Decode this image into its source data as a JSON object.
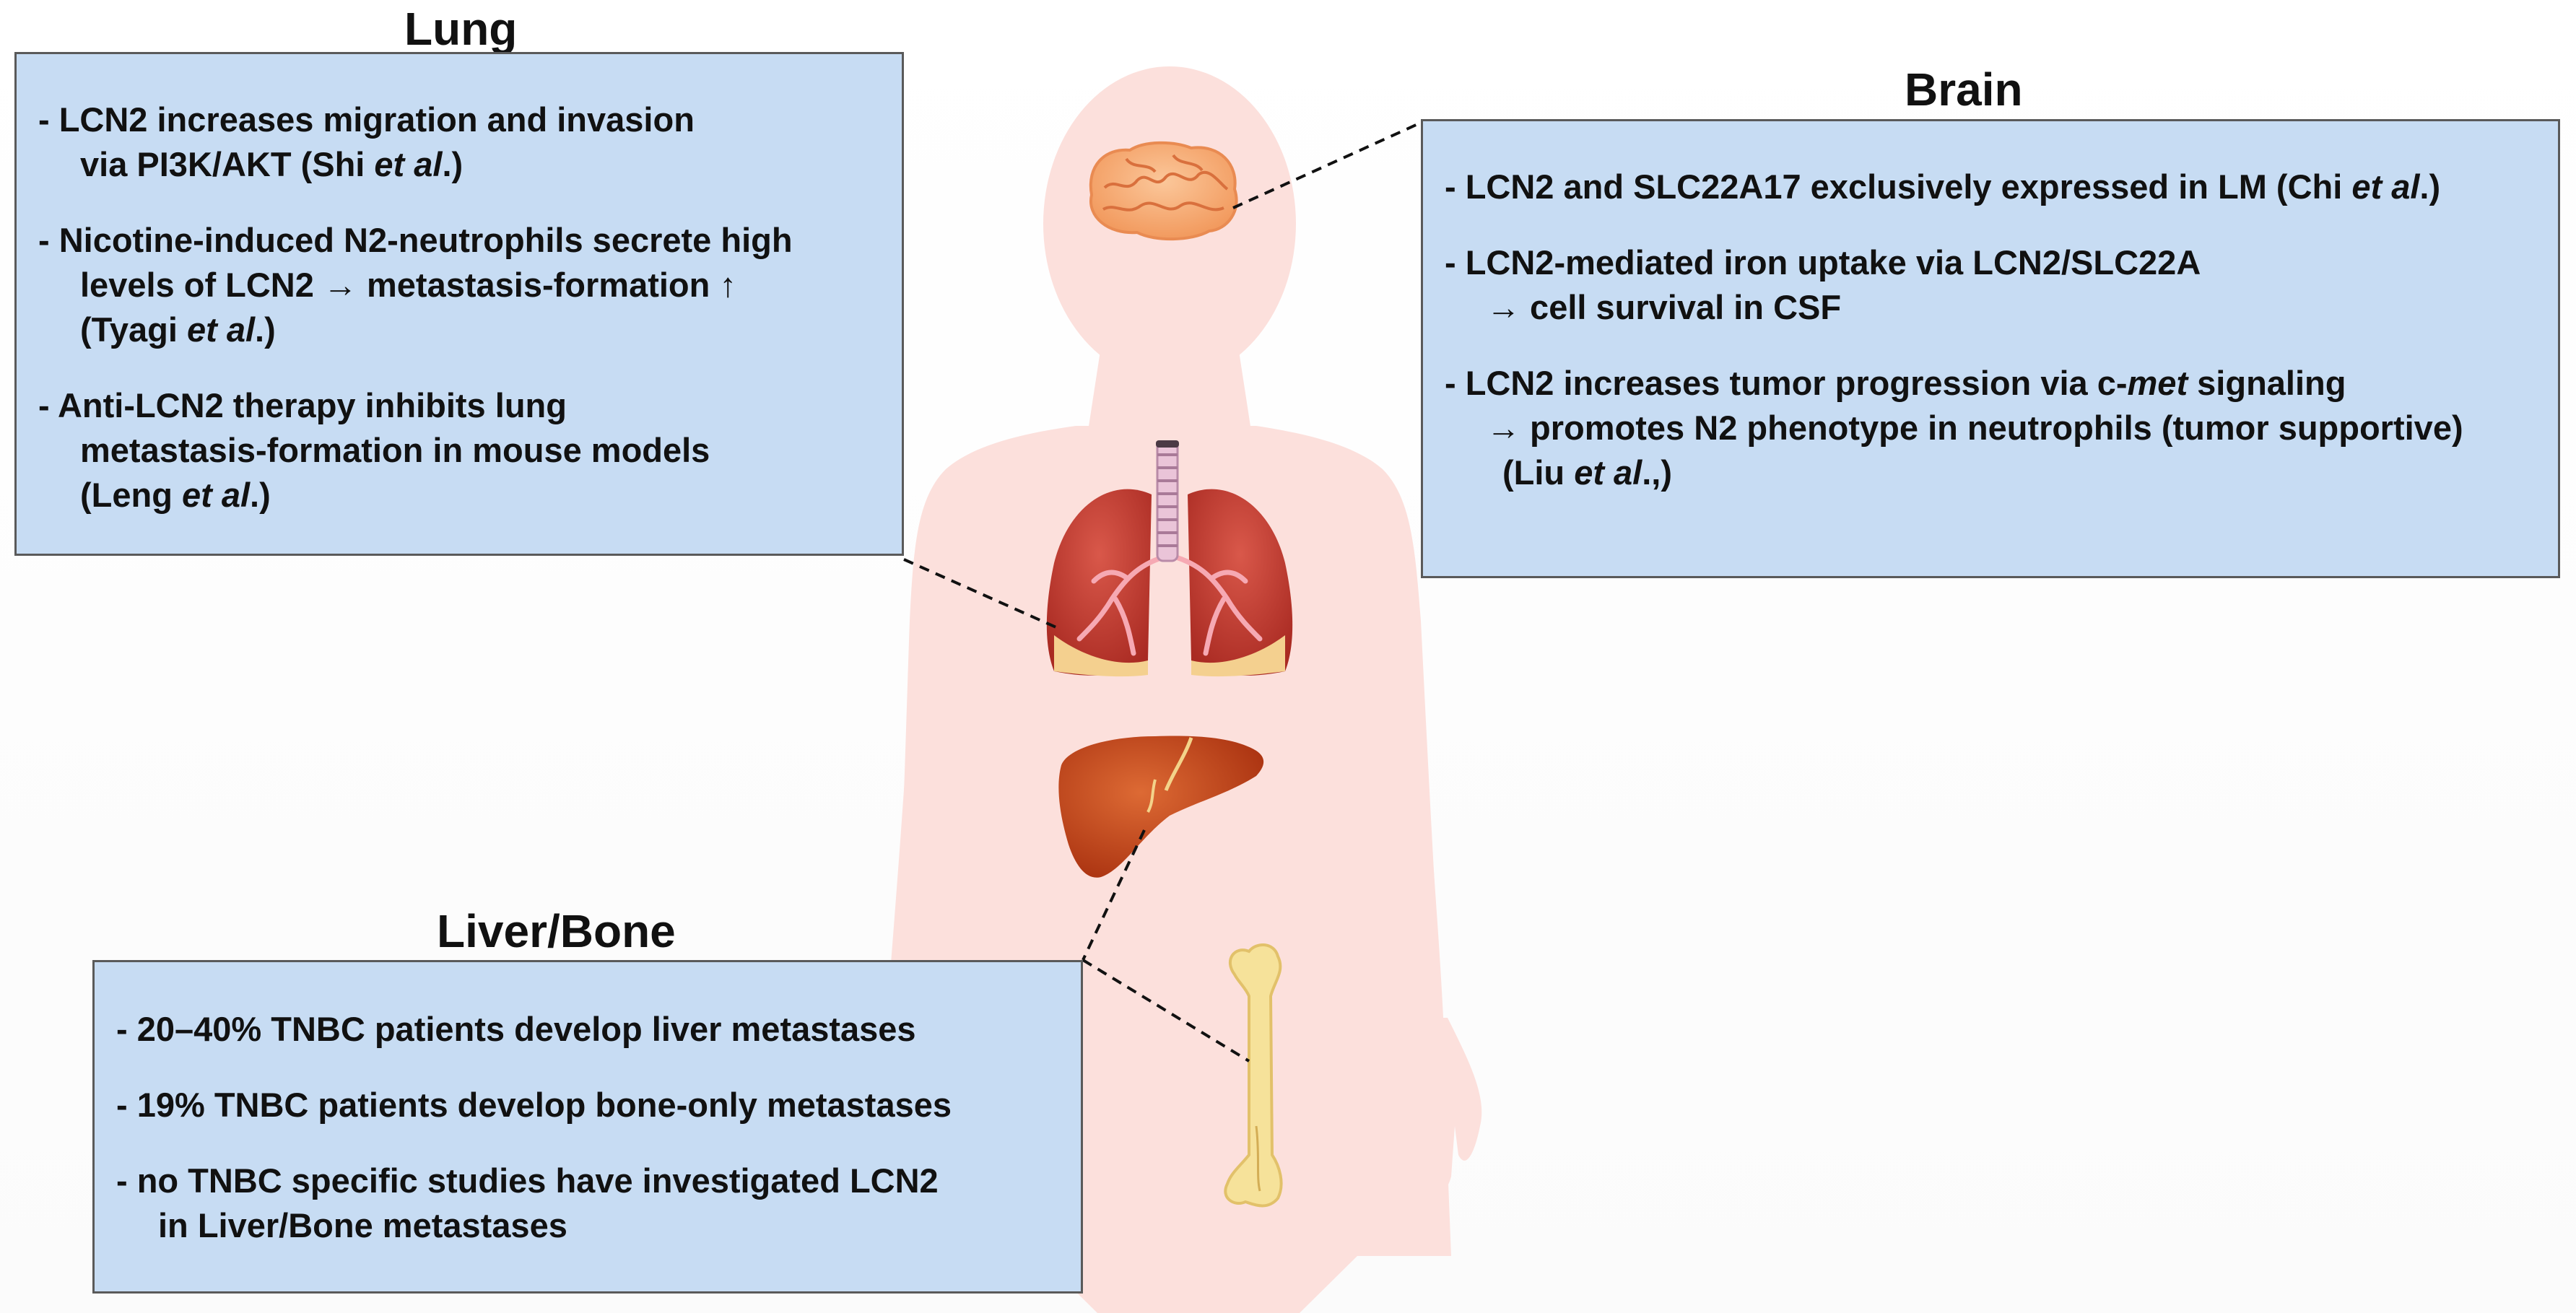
{
  "figure": {
    "lung": {
      "heading": "Lung",
      "items": [
        {
          "lines": [
            [
              "- LCN2 increases migration and invasion"
            ],
            [
              "via PI3K/AKT (Shi ",
              "et al",
              ".)"
            ]
          ]
        },
        {
          "lines": [
            [
              "- Nicotine-induced N2-neutrophils secrete high"
            ],
            [
              "levels of LCN2 → metastasis-formation ↑"
            ],
            [
              "(Tyagi ",
              "et al",
              ".)"
            ]
          ]
        },
        {
          "lines": [
            [
              "- Anti-LCN2 therapy inhibits lung"
            ],
            [
              "metastasis-formation in mouse models"
            ],
            [
              "(Leng ",
              "et al",
              ".)"
            ]
          ]
        }
      ]
    },
    "brain": {
      "heading": "Brain",
      "items": [
        {
          "lines": [
            [
              "- LCN2 and SLC22A17 exclusively expressed in LM (Chi ",
              "et al",
              ".)"
            ]
          ]
        },
        {
          "lines": [
            [
              "- LCN2-mediated iron uptake via LCN2/SLC22A"
            ],
            [
              "→ cell survival in CSF"
            ]
          ]
        },
        {
          "lines": [
            [
              "- LCN2 increases tumor progression via c-",
              "met",
              " signaling"
            ],
            [
              "→ promotes N2 phenotype in neutrophils (tumor supportive)"
            ],
            [
              "(Liu ",
              "et al",
              ".,)"
            ]
          ]
        }
      ]
    },
    "liver_bone": {
      "heading": "Liver/Bone",
      "items": [
        {
          "lines": [
            [
              "- 20–40% TNBC patients develop liver metastases"
            ]
          ]
        },
        {
          "lines": [
            [
              "- 19% TNBC patients develop bone-only metastases"
            ]
          ]
        },
        {
          "lines": [
            [
              "- no TNBC specific studies have investigated LCN2"
            ],
            [
              "in Liver/Bone metastases"
            ]
          ]
        }
      ]
    },
    "colors": {
      "box_fill": "#c7dcf3",
      "box_border": "#5a5a5a",
      "body_silhouette": "#fce0dc",
      "lung": "#c9443a",
      "liver": "#c2461f",
      "bone": "#f6e29a",
      "brain": "#f6b37c"
    },
    "icons": [
      "human-body-silhouette",
      "brain-icon",
      "lungs-icon",
      "trachea-icon",
      "liver-icon",
      "bone-icon"
    ]
  }
}
